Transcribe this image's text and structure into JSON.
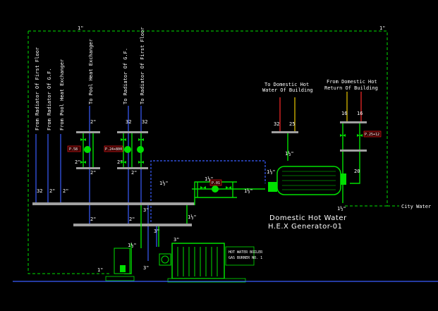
{
  "colors": {
    "background": "#000000",
    "pipe_green": "#00e000",
    "pipe_blue": "#3a5cff",
    "pipe_red": "#ff2a2a",
    "pipe_yellow": "#e8c800",
    "header_grey": "#a0a0a0",
    "text_white": "#ffffff",
    "tag_red": "#ff2020"
  },
  "vertical_labels": {
    "from_radiator_first_floor_left": "From Radiator Of First Floor",
    "from_radiator_gf_left": "From Radiator Of G.F.",
    "from_pool_heat_exchanger": "From Pool Heat Exchanger",
    "to_pool_heat_exchanger": "To Pool Heat Exchanger",
    "to_radiator_gf": "To Radiator Of G.F.",
    "to_radiator_first_floor": "To Radiator Of First Floor"
  },
  "dhw_labels": {
    "to_dhw_line1": "To Domestic Hot",
    "to_dhw_line2": "Water Of Building",
    "from_dhw_line1": "From Domestic Hot",
    "from_dhw_line2": "Return Of Building",
    "generator_line1": "Domestic Hot Water",
    "generator_line2": "H.E.X Generator-01",
    "city_water": "City Water"
  },
  "pipe_sizes": {
    "top_left_1in": "1\"",
    "top_right_1in": "1\"",
    "left_32": "32",
    "left_2in_a": "2\"",
    "left_2in_b": "2\"",
    "pool_2in_top": "2\"",
    "pool_2in_mid": "2\"",
    "pool_2in_bot": "2\"",
    "rad_32": "32",
    "rad_32b": "32",
    "rad_2in_top": "2\"",
    "rad_2in_mid": "2\"",
    "rad_2in_bot": "2\"",
    "header_3in_a": "3\"",
    "header_2in": "2\"",
    "header_3in_b": "3\"",
    "header_1half_a": "1½\"",
    "mid_1half_a": "1½\"",
    "mid_1half_b": "1½\"",
    "mid_1half_c": "1½\"",
    "mid_1half_d": "1½\"",
    "dhw_32": "32",
    "dhw_25": "25",
    "dhw_1half": "1½\"",
    "ret_16a": "16",
    "ret_16b": "16",
    "ret_20": "20",
    "city_1half": "1½\"",
    "boiler_3in": "3\"",
    "boiler_1half": "1½\"",
    "boiler_3in_b": "3\"",
    "bottom_1in": "1\""
  },
  "pump_tags": {
    "p58": "P.58",
    "p24": "P.24+800",
    "p01": "P.01",
    "p25": "P.25+12"
  },
  "boiler_labels": {
    "boiler_tag": "HOT WATER BOILER",
    "burner_tag": "GAS BURNER NO. 1"
  }
}
